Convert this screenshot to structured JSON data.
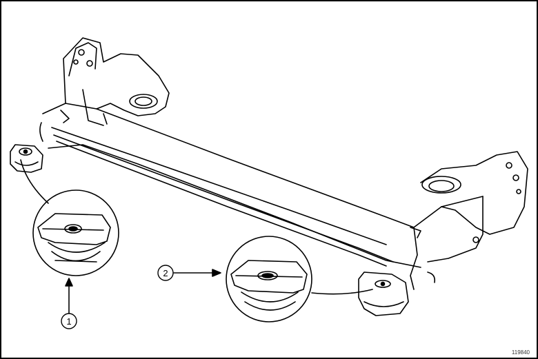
{
  "figure": {
    "callouts": [
      {
        "id": "1",
        "label": "1"
      },
      {
        "id": "2",
        "label": "2"
      }
    ],
    "reference_code": "119840",
    "line_color": "#000000",
    "background_color": "#ffffff"
  }
}
